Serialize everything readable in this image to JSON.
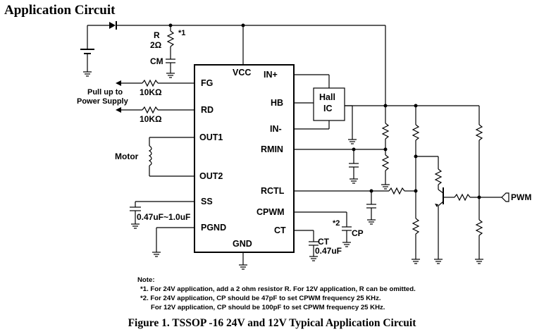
{
  "title": "Application Circuit",
  "ic": {
    "pins_left": [
      "FG",
      "RD",
      "OUT1",
      "OUT2",
      "SS",
      "PGND"
    ],
    "pins_right": [
      "IN+",
      "HB",
      "IN-",
      "RMIN",
      "RCTL",
      "CPWM",
      "CT"
    ],
    "vcc": "VCC",
    "gnd": "GND"
  },
  "hall_ic": [
    "Hall",
    "IC"
  ],
  "components": {
    "r_name": "R",
    "r_value": "2Ω",
    "r_note": "*1",
    "cm": "CM",
    "fg_res": "10KΩ",
    "rd_res": "10KΩ",
    "pullup_line1": "Pull up to",
    "pullup_line2": "Power Supply",
    "motor": "Motor",
    "ss_cap": "0.47uF~1.0uF",
    "cp_note": "*2",
    "cp": "CP",
    "ct": "CT",
    "ct_value": "0.47uF",
    "pwm": "PWM"
  },
  "notes": {
    "heading": "Note:",
    "n1": "*1. For 24V application, add a 2 ohm resistor R. For 12V application, R can be omitted.",
    "n2": "*2. For 24V application, CP should be 47pF to set CPWM frequency 25 KHz.",
    "n3": "For 12V application, CP should be 100pF to set CPWM frequency 25 KHz."
  },
  "caption": "Figure 1. TSSOP -16 24V and 12V Typical Application Circuit"
}
